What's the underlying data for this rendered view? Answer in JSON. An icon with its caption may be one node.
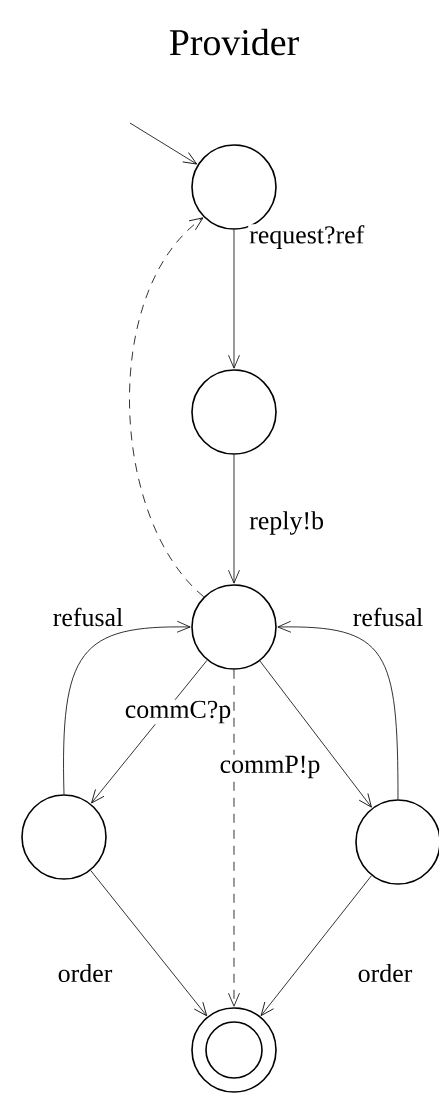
{
  "diagram": {
    "title": "Provider",
    "nodes": [
      {
        "text": [],
        "shape": "circle"
      },
      {
        "text": [],
        "shape": "circle"
      },
      {
        "text": [],
        "shape": "circle"
      },
      {
        "text": [],
        "shape": "circle"
      },
      {
        "text": [],
        "shape": "circle"
      },
      {
        "text": [],
        "shape": "circle"
      }
    ],
    "edges": [
      {
        "from": null,
        "to": 0,
        "arrow": "to"
      },
      {
        "from": 0,
        "to": 1,
        "arrow": "to",
        "label": "request?ref"
      },
      {
        "from": 1,
        "to": 2,
        "arrow": "to",
        "label": "reply!b"
      },
      {
        "from": 2,
        "to": 0,
        "arrow": "to",
        "style": "dashed"
      },
      {
        "from": 3,
        "to": 2,
        "arrow": "to",
        "label": "refusal"
      },
      {
        "from": 4,
        "to": 2,
        "arrow": "to",
        "label": "refusal"
      },
      {
        "from": 2,
        "to": 3,
        "arrow": "to",
        "label": "commC?p"
      },
      {
        "from": 2,
        "to": 4,
        "arrow": "to",
        "label": "commP!p"
      },
      {
        "from": 2,
        "to": 5,
        "arrow": "to",
        "style": "dashed"
      },
      {
        "from": 3,
        "to": 5,
        "arrow": "to",
        "label": "order"
      },
      {
        "from": 4,
        "to": 5,
        "arrow": "to",
        "label": "order"
      }
    ]
  }
}
